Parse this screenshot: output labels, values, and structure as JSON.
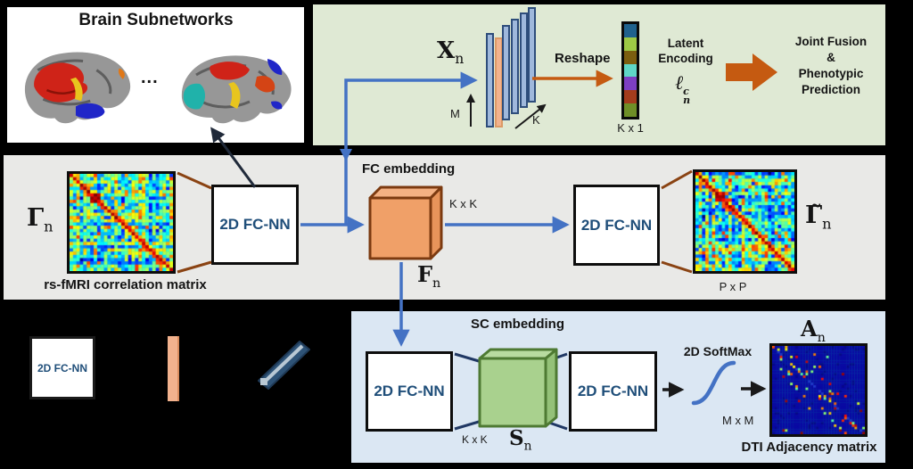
{
  "brain_panel": {
    "title": "Brain Subnetworks",
    "dots": "..."
  },
  "green_panel": {
    "x_label": {
      "base": "X",
      "sub": "n"
    },
    "m_axis": "M",
    "k_axis": "K",
    "reshape": "Reshape",
    "vector_dim": "K x 1",
    "vector_colors": [
      "#1f618d",
      "#9dc945",
      "#7c5e10",
      "#5fd6c6",
      "#7d3fc1",
      "#a33c1c",
      "#6f8f27"
    ],
    "latent_line1": "Latent",
    "latent_line2": "Encoding",
    "latent_symbol": {
      "base": "ℓ",
      "sup": "c",
      "sub": "n"
    },
    "joint_lines": [
      "Joint Fusion",
      "&",
      "Phenotypic",
      "Prediction"
    ]
  },
  "fc_panel": {
    "gamma": {
      "base": "Γ",
      "sub": "n"
    },
    "matrix_caption": "rs-fMRI correlation matrix",
    "fcnn_left": "2D FC-NN",
    "embedding_title": "FC embedding",
    "kxk": "K x K",
    "f_label": {
      "base": "F",
      "sub": "n"
    },
    "fcnn_right": "2D FC-NN",
    "recon_dim": "P x P",
    "gamma_tilde": {
      "base": "Γ̃",
      "sub": "n"
    }
  },
  "legend": {
    "fcnn": "2D FC-NN"
  },
  "sc_panel": {
    "title": "SC embedding",
    "fcnn_left": "2D FC-NN",
    "kxk": "K x K",
    "s_label": {
      "base": "S",
      "sub": "n"
    },
    "fcnn_right": "2D FC-NN",
    "softmax": "2D SoftMax",
    "mxm": "M x M",
    "a_label": {
      "base": "A",
      "sub": "n"
    },
    "matrix_caption": "DTI Adjacency matrix"
  },
  "colors": {
    "arrow_blue": "#4472c4",
    "arrow_orange": "#c55a11",
    "funnel_brown": "#8a4313",
    "bowtie_navy": "#203864",
    "fc_cube_face": "#f0a068",
    "fc_cube_top": "#f4b183",
    "fc_cube_edge": "#7c3a10",
    "sc_cube_face": "#a9d18e",
    "sc_cube_edge": "#4e7a33",
    "nn_text": "#1f4e79",
    "panel_green": "#dfe9d4",
    "panel_gray": "#e9e9e7",
    "panel_blue": "#dbe7f3",
    "panel_white": "#ffffff"
  }
}
